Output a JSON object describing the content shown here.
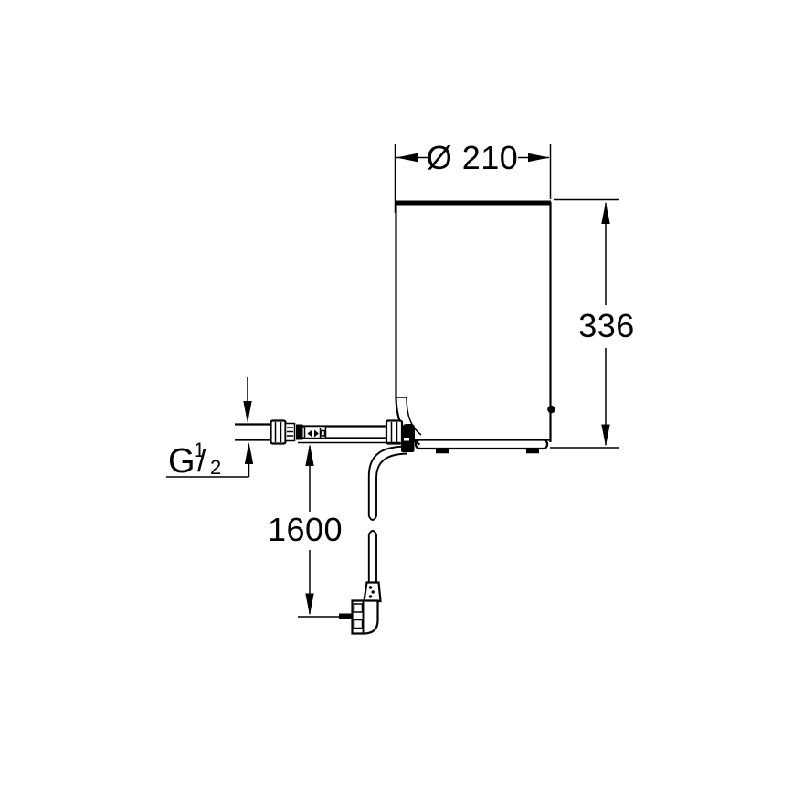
{
  "dimensions": {
    "diameter_label": "Ø 210",
    "height_label": "336",
    "cable_length_label": "1600",
    "thread": {
      "g": "G",
      "numerator": "1",
      "slash": "/",
      "denominator": "2"
    }
  },
  "colors": {
    "line": "#000000",
    "background": "#ffffff"
  }
}
